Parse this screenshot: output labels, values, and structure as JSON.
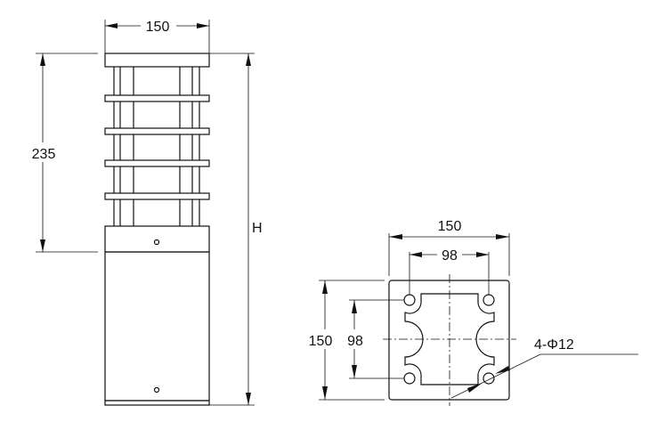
{
  "front_view": {
    "width_label": "150",
    "upper_height_label": "235",
    "total_height_label": "H"
  },
  "base_plate": {
    "width_label": "150",
    "hole_spacing_x_label": "98",
    "height_label": "150",
    "hole_spacing_y_label": "98",
    "holes_label": "4-Φ12"
  }
}
